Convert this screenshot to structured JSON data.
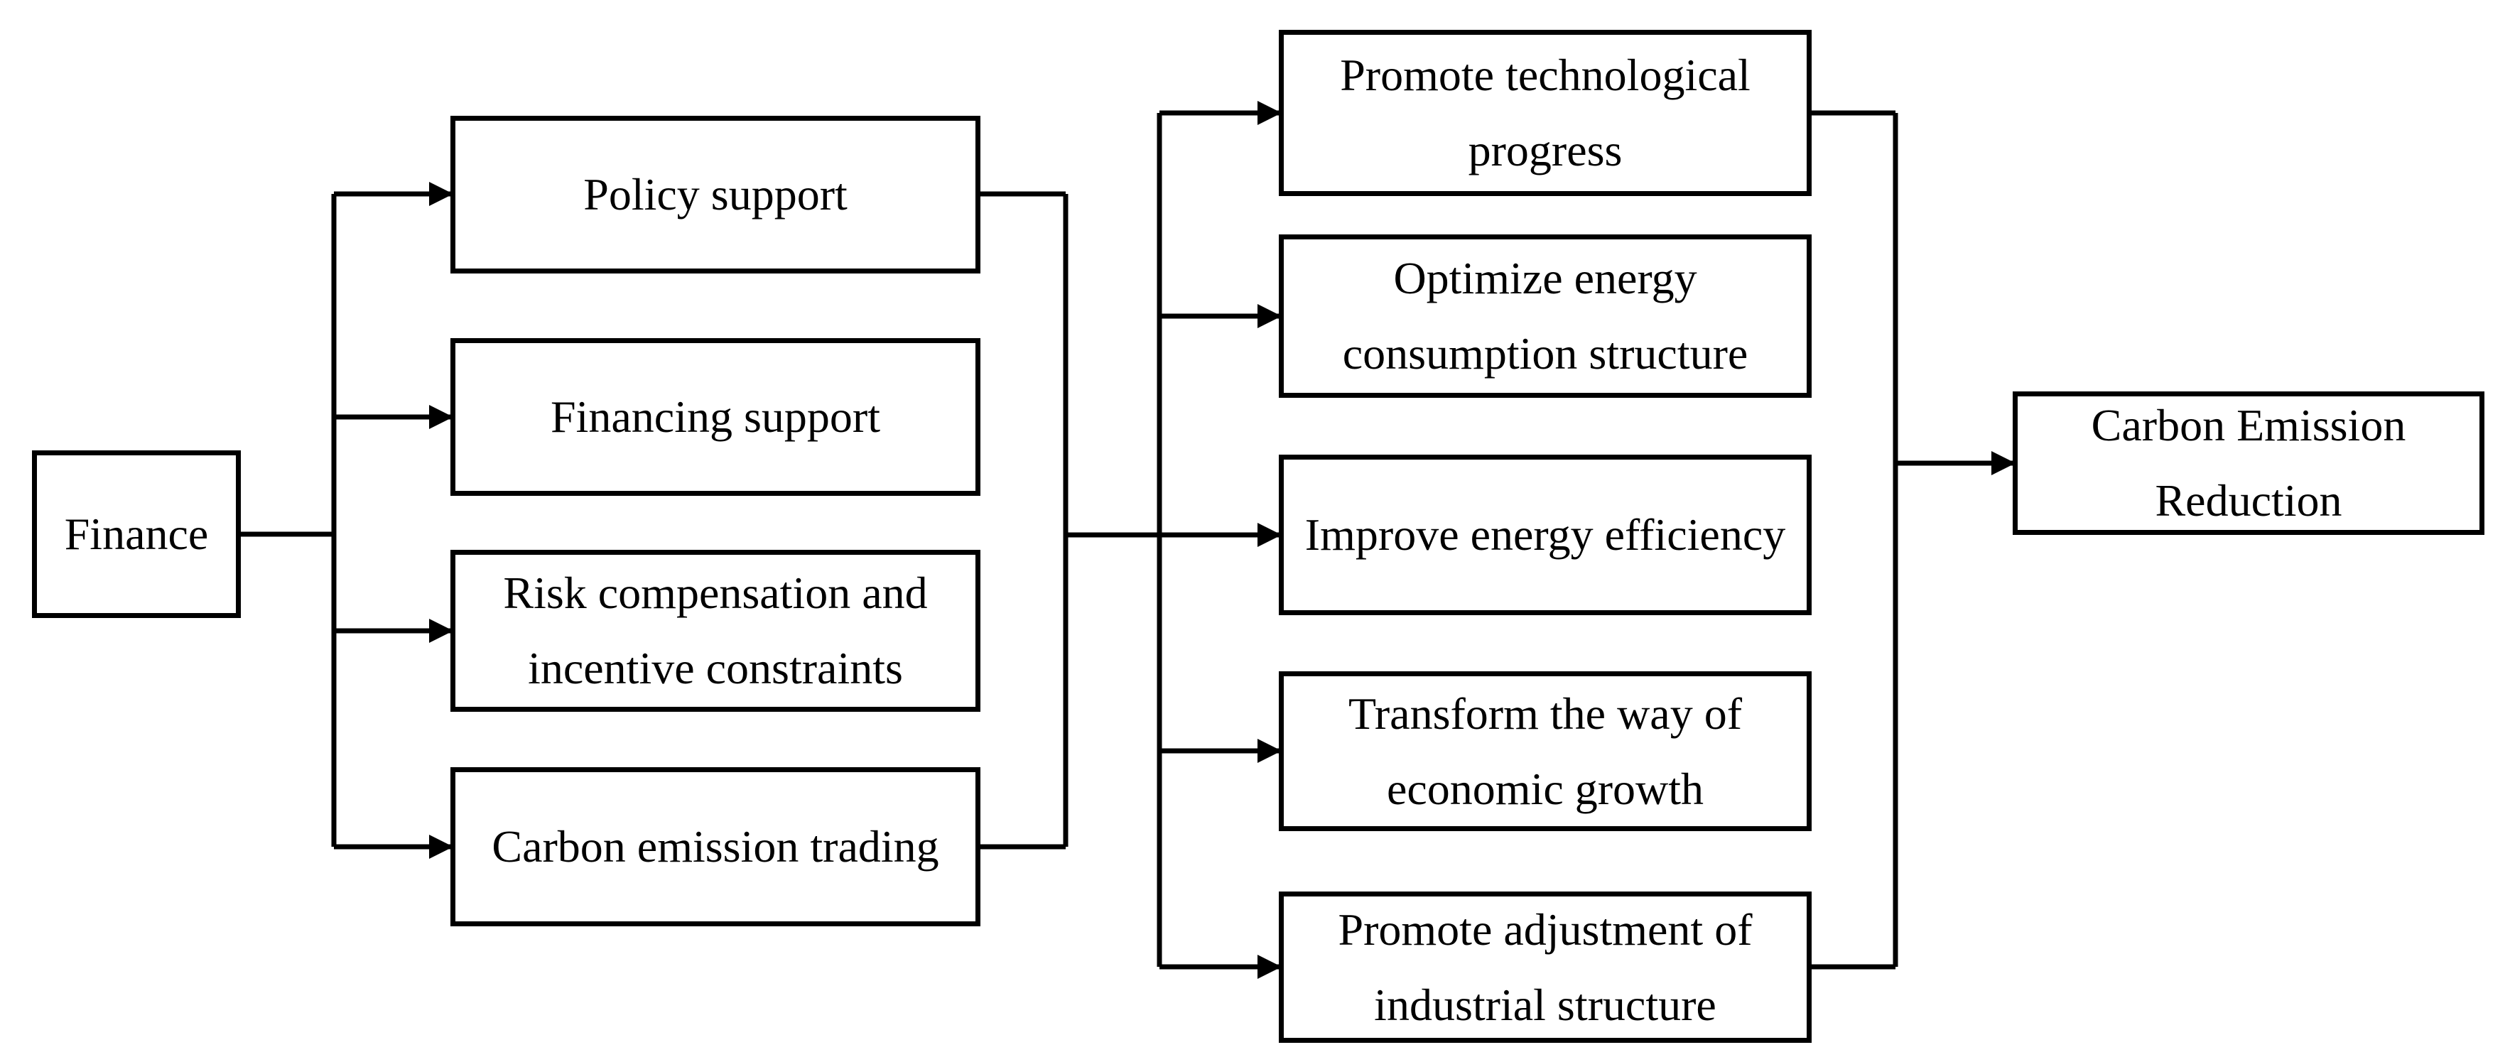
{
  "diagram": {
    "source": {
      "label": "Finance"
    },
    "mechanisms": [
      {
        "label": "Policy support"
      },
      {
        "label": "Financing support"
      },
      {
        "label": "Risk compensation and incentive constraints"
      },
      {
        "label": "Carbon emission trading"
      }
    ],
    "effects": [
      {
        "label": "Promote technological progress"
      },
      {
        "label": "Optimize energy consumption structure"
      },
      {
        "label": "Improve energy efficiency"
      },
      {
        "label": "Transform the way of economic growth"
      },
      {
        "label": "Promote adjustment of industrial structure"
      }
    ],
    "outcome": {
      "label": "Carbon Emission Reduction"
    },
    "colors": {
      "line": "#000000",
      "background": "#ffffff",
      "text": "#000000"
    }
  }
}
